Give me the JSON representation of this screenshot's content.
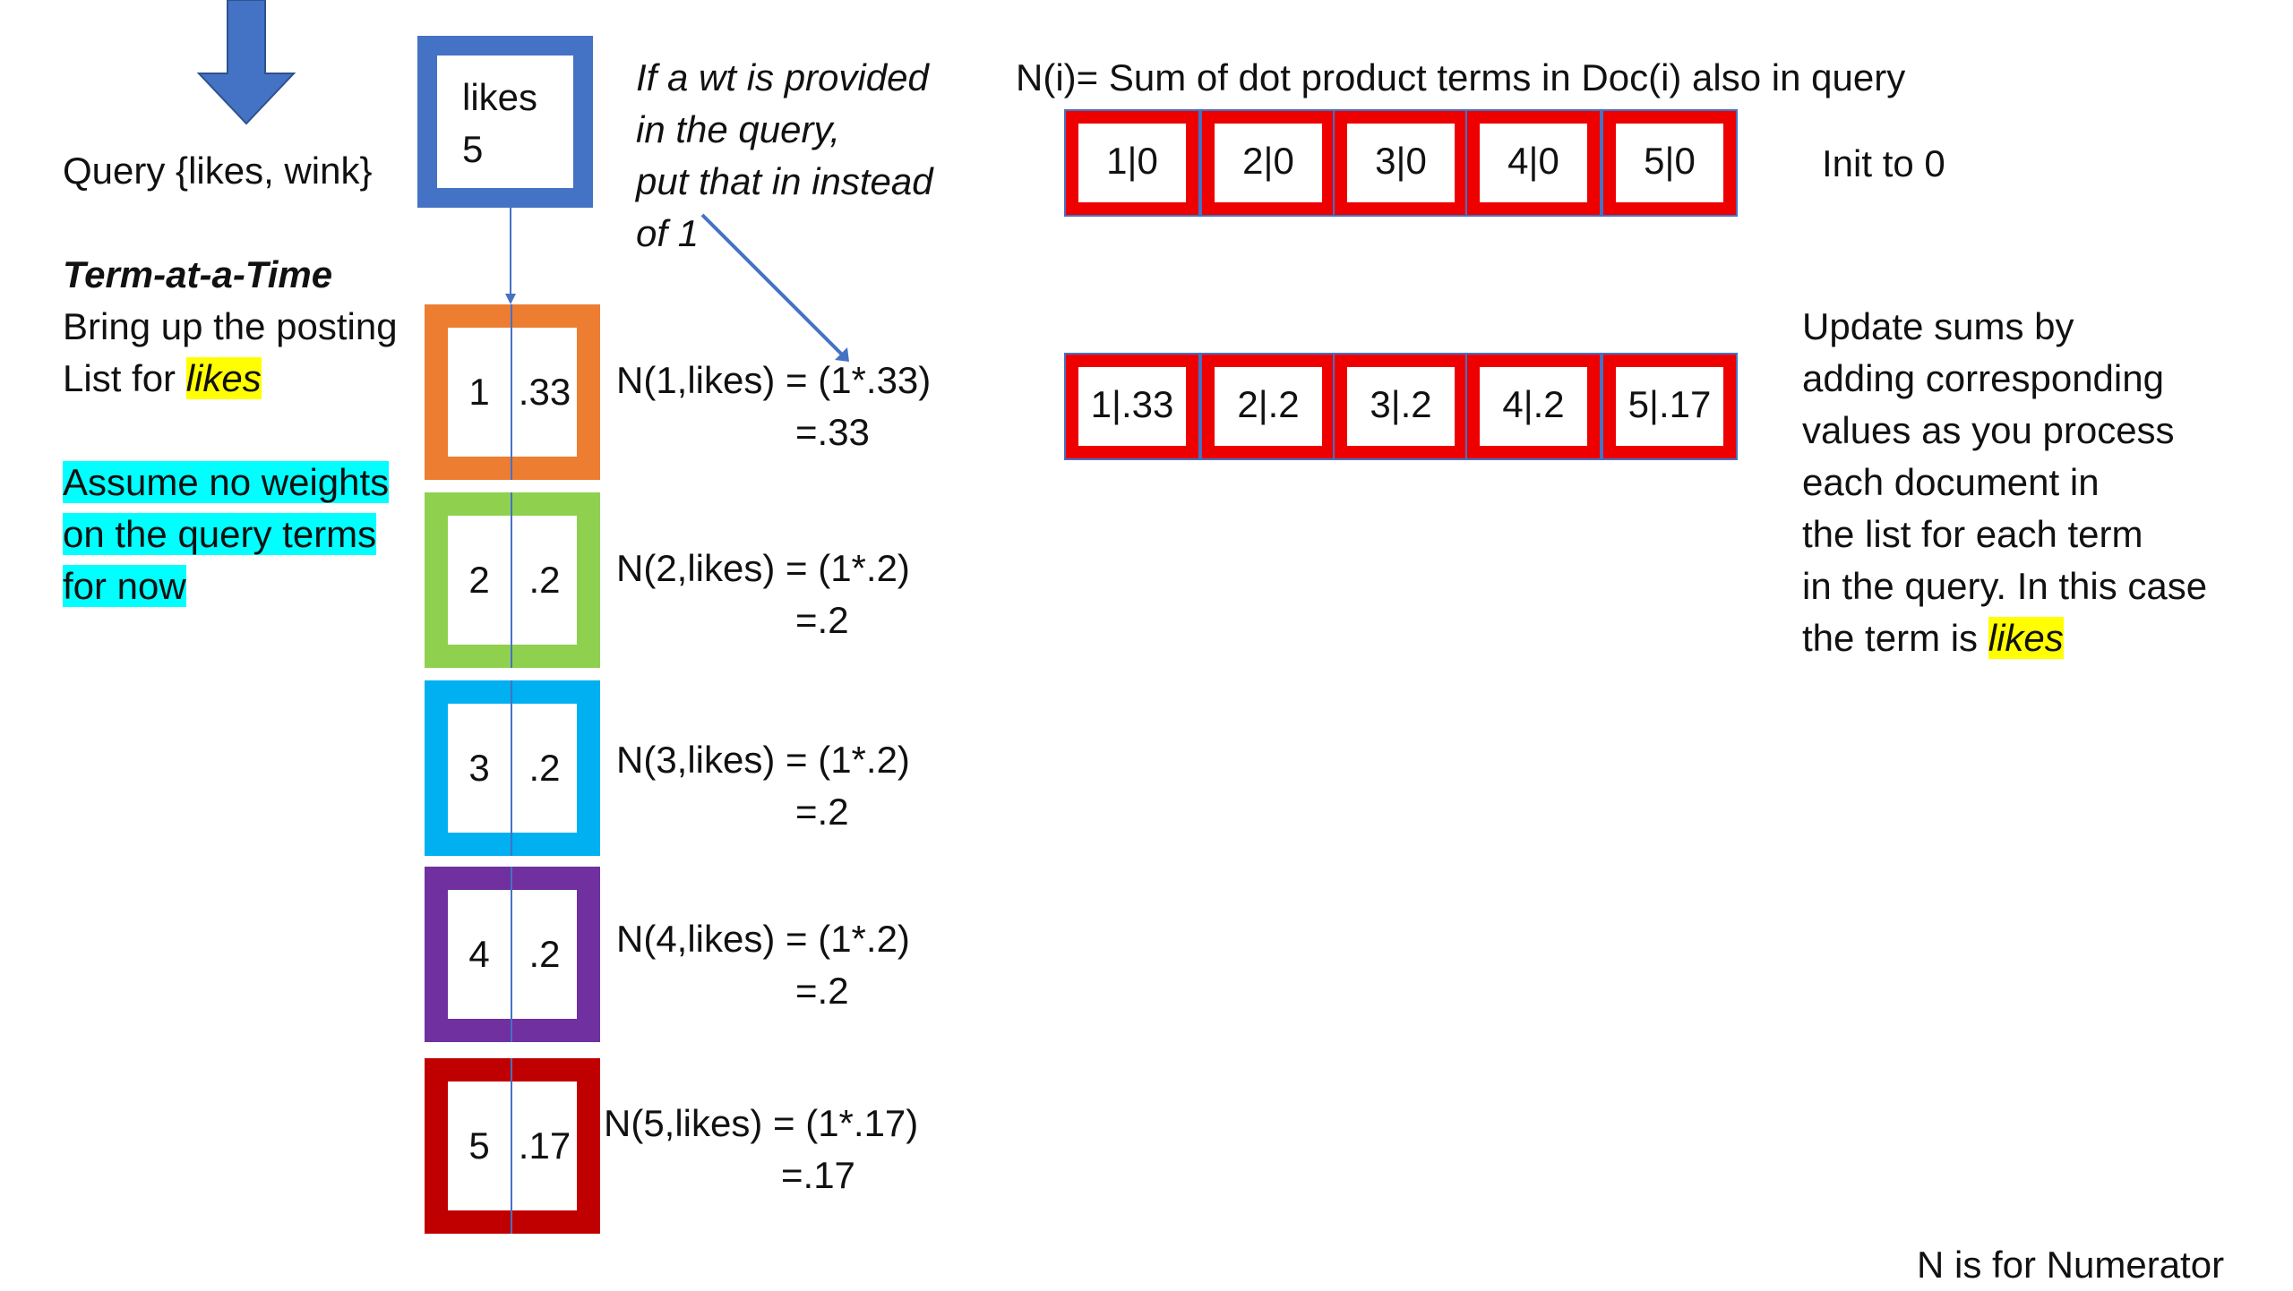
{
  "query_term": {
    "term": "likes",
    "weight": "5"
  },
  "query_label": "Query {likes, wink}",
  "method": {
    "title": "Term-at-a-Time",
    "line1": "Bring up the posting",
    "line2_prefix": "List for ",
    "line2_term": "likes"
  },
  "assumption": [
    "Assume no weights",
    "on the query terms",
    "for now"
  ],
  "weight_note": [
    "If a wt is provided",
    "in the query,",
    "put that in instead",
    "of 1"
  ],
  "heading": "N(i)= Sum of dot product terms in Doc(i) also in query",
  "init_label": "Init to 0",
  "postings": [
    {
      "doc": "1",
      "wt": ".33",
      "color": "#ed7d31",
      "eq": "N(1,likes) = (1*.33)",
      "result": "=.33"
    },
    {
      "doc": "2",
      "wt": ".2",
      "color": "#8fd14f",
      "eq": "N(2,likes) = (1*.2)",
      "result": "=.2"
    },
    {
      "doc": "3",
      "wt": ".2",
      "color": "#00b0f0",
      "eq": "N(3,likes) = (1*.2)",
      "result": "=.2"
    },
    {
      "doc": "4",
      "wt": ".2",
      "color": "#7030a0",
      "eq": "N(4,likes) = (1*.2)",
      "result": "=.2"
    },
    {
      "doc": "5",
      "wt": ".17",
      "color": "#c00000",
      "eq": "N(5,likes) = (1*.17)",
      "result": "=.17"
    }
  ],
  "accumulators_init": [
    "1|0",
    "2|0",
    "3|0",
    "4|0",
    "5|0"
  ],
  "accumulators_updated": [
    "1|.33",
    "2|.2",
    "3|.2",
    "4|.2",
    "5|.17"
  ],
  "update_text": {
    "lines": [
      "Update  sums by",
      "adding corresponding",
      "values as you process",
      "each document in",
      "the list for each term",
      "in the query.  In this case"
    ],
    "last_prefix": "the term is ",
    "last_term": "likes"
  },
  "footer": "N is for Numerator",
  "colors": {
    "arrow_blue": "#4472c4",
    "accumulator_red": "#ee0000",
    "highlight_yellow": "#ffff00",
    "highlight_cyan": "#00ffff"
  }
}
